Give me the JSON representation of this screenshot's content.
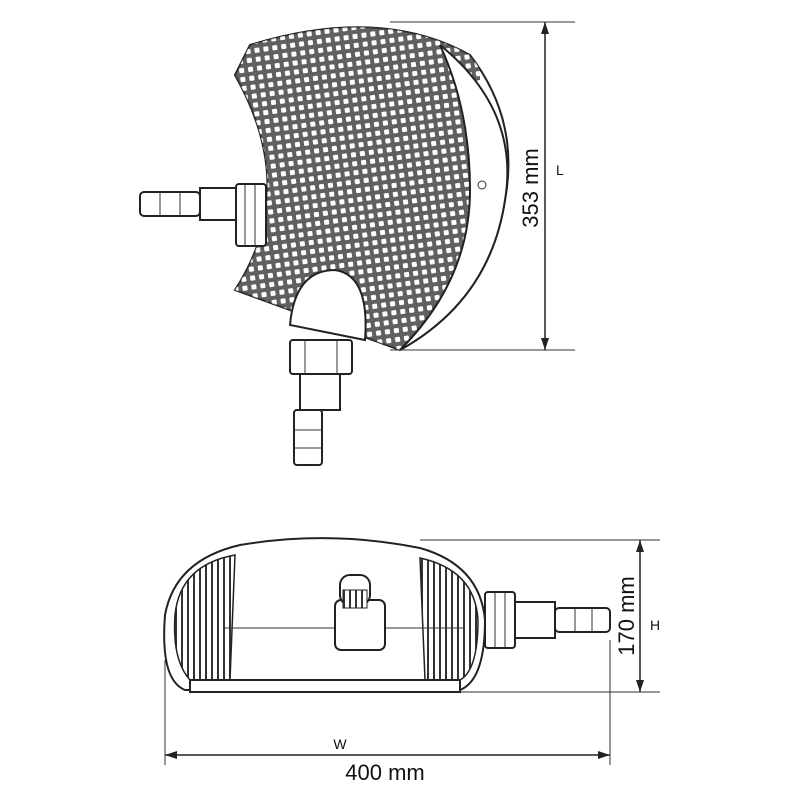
{
  "dimensions": {
    "length": {
      "value": "353 mm",
      "symbol": "L"
    },
    "height": {
      "value": "170 mm",
      "symbol": "H"
    },
    "width": {
      "value": "400 mm",
      "symbol": "W"
    }
  },
  "colors": {
    "line": "#222222",
    "background": "#ffffff"
  }
}
